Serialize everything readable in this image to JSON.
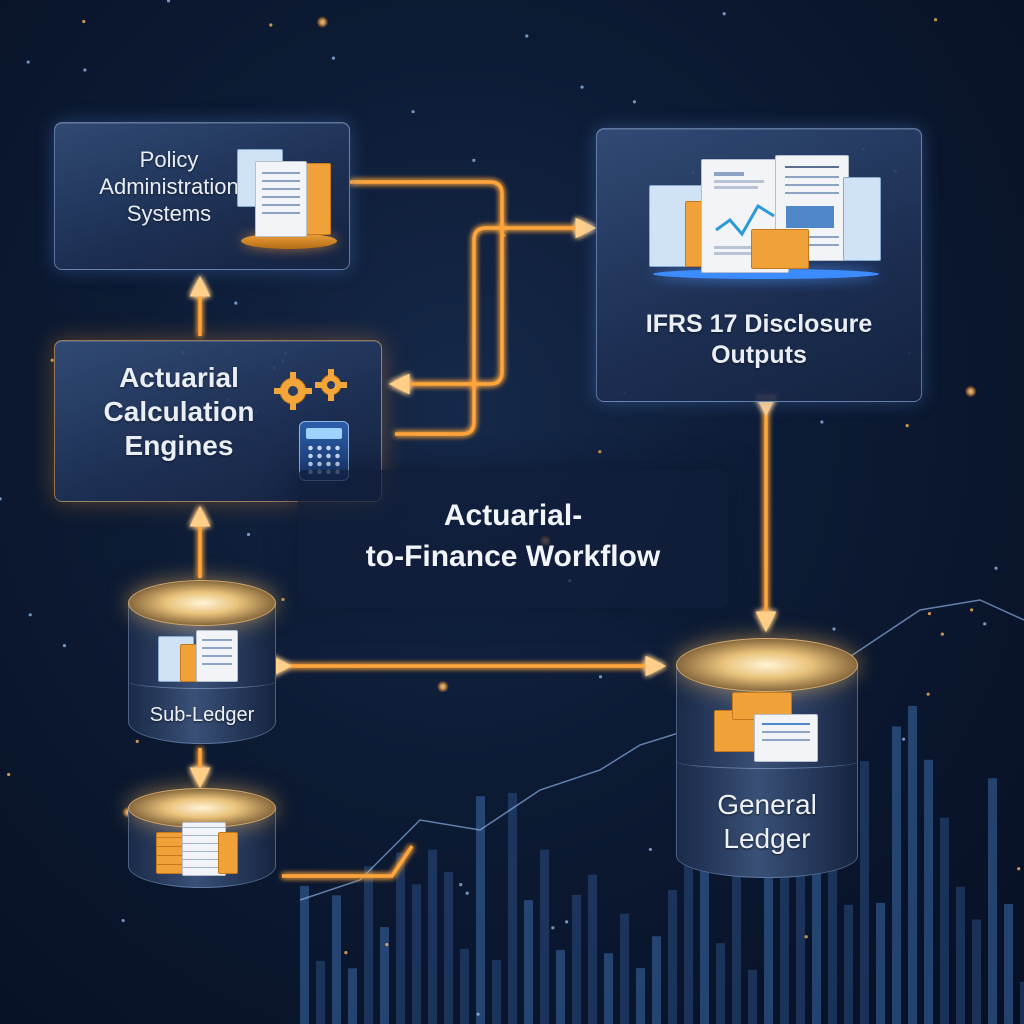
{
  "diagram": {
    "title": "Actuarial-\nto-Finance Workflow",
    "title_lines": [
      "Actuarial-",
      "to-Finance Workflow"
    ],
    "nodes": {
      "policy": {
        "lines": [
          "Policy",
          "Administration",
          "Systems"
        ],
        "icon": "documents-on-tray-icon"
      },
      "actuarial": {
        "lines": [
          "Actuarial",
          "Calculation",
          "Engines"
        ],
        "icons": [
          "gears-icon",
          "calculator-icon"
        ]
      },
      "ifrs": {
        "lines": [
          "IFRS 17 Disclosure",
          "Outputs"
        ],
        "icon": "report-documents-icon"
      },
      "sub_ledger": {
        "label": "Sub-Ledger",
        "icon": "database-documents-icon"
      },
      "sub_ledger_lower": {
        "label": "",
        "icon": "spreadsheet-icon"
      },
      "general_ledger": {
        "lines": [
          "General",
          "Ledger"
        ],
        "icon": "database-documents-icon"
      }
    },
    "colors": {
      "accent": "#ffa53a",
      "glow": "#ffcf7a",
      "node_border": "#96b4e1",
      "background": "#0c1a33"
    }
  }
}
